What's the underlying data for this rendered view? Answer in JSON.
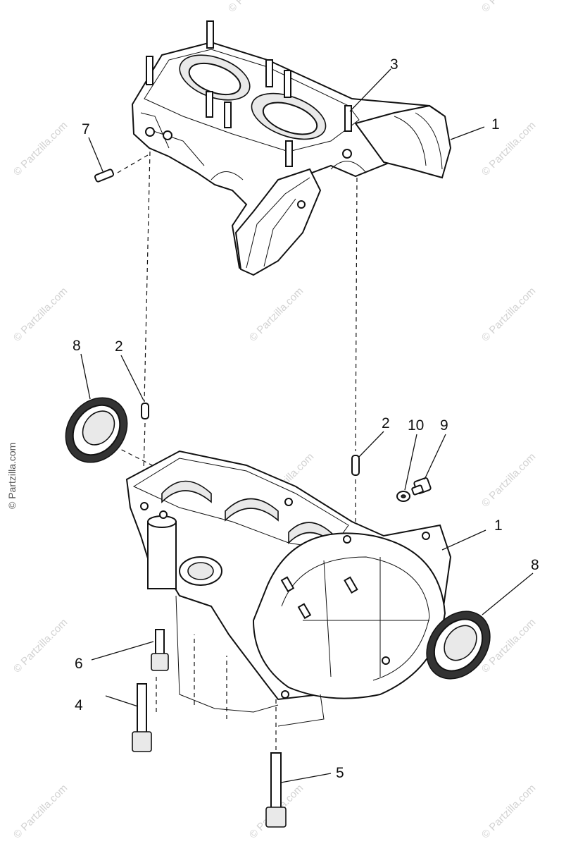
{
  "watermark": {
    "text": "© Partzilla.com"
  },
  "callouts": [
    {
      "id": "c1a",
      "text": "1"
    },
    {
      "id": "c1b",
      "text": "1"
    },
    {
      "id": "c2a",
      "text": "2"
    },
    {
      "id": "c2b",
      "text": "2"
    },
    {
      "id": "c3",
      "text": "3"
    },
    {
      "id": "c4",
      "text": "4"
    },
    {
      "id": "c5",
      "text": "5"
    },
    {
      "id": "c6",
      "text": "6"
    },
    {
      "id": "c7",
      "text": "7"
    },
    {
      "id": "c8a",
      "text": "8"
    },
    {
      "id": "c8b",
      "text": "8"
    },
    {
      "id": "c9",
      "text": "9"
    },
    {
      "id": "c10",
      "text": "10"
    }
  ],
  "colors": {
    "ink": "#111111",
    "watermark": "#d2d2d2",
    "background": "#ffffff"
  }
}
